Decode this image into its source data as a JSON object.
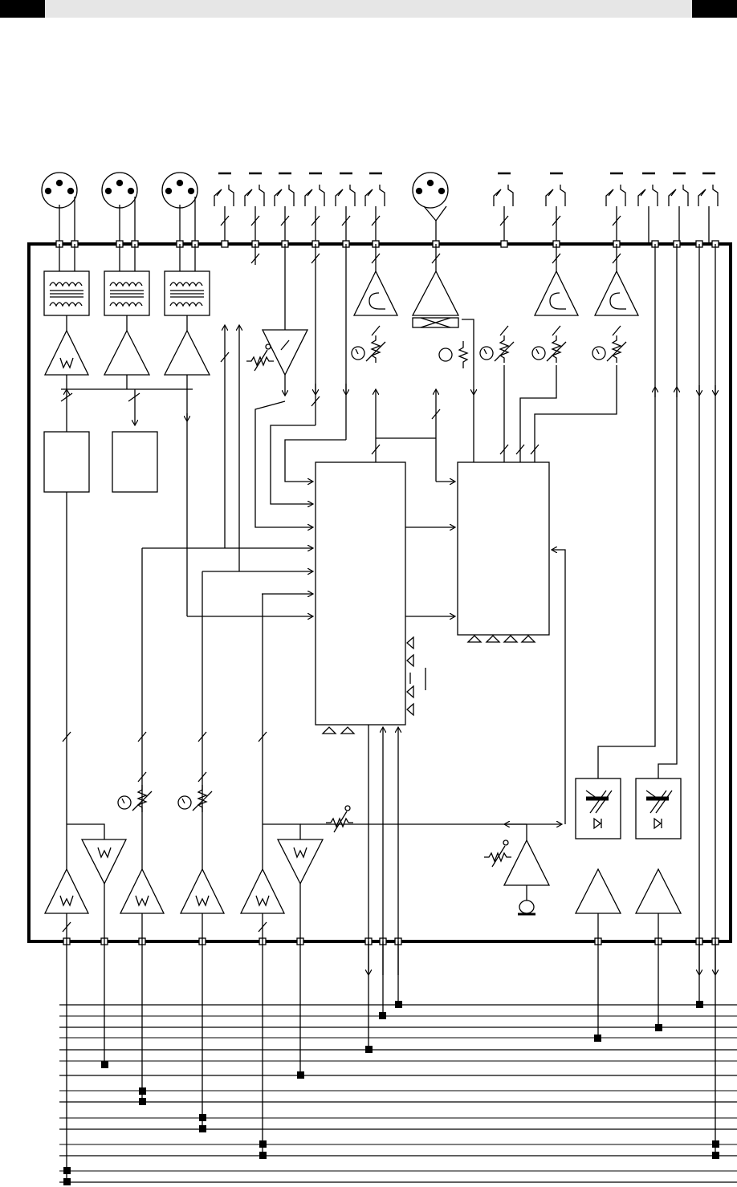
{
  "header": {
    "left_block": "black-tab",
    "right_block": "black-tab",
    "band_color": "#e6e6e6"
  },
  "diagram": {
    "kind": "audio-mixer-block-diagram",
    "line_color": "#000000",
    "background": "#ffffff",
    "top_connectors": [
      {
        "icon": "xlr-connector-icon"
      },
      {
        "icon": "xlr-connector-icon"
      },
      {
        "icon": "xlr-connector-icon"
      },
      {
        "icon": "jack-connector-icon"
      },
      {
        "icon": "jack-connector-icon"
      },
      {
        "icon": "jack-connector-icon"
      },
      {
        "icon": "jack-connector-icon"
      },
      {
        "icon": "jack-connector-icon"
      },
      {
        "icon": "jack-connector-icon"
      },
      {
        "icon": "xlr-connector-icon"
      },
      {
        "icon": "jack-connector-icon"
      },
      {
        "icon": "jack-connector-icon"
      },
      {
        "icon": "jack-connector-icon"
      },
      {
        "icon": "jack-connector-icon"
      },
      {
        "icon": "jack-connector-icon"
      },
      {
        "icon": "jack-connector-icon"
      }
    ],
    "bus_lines_count": 15
  }
}
